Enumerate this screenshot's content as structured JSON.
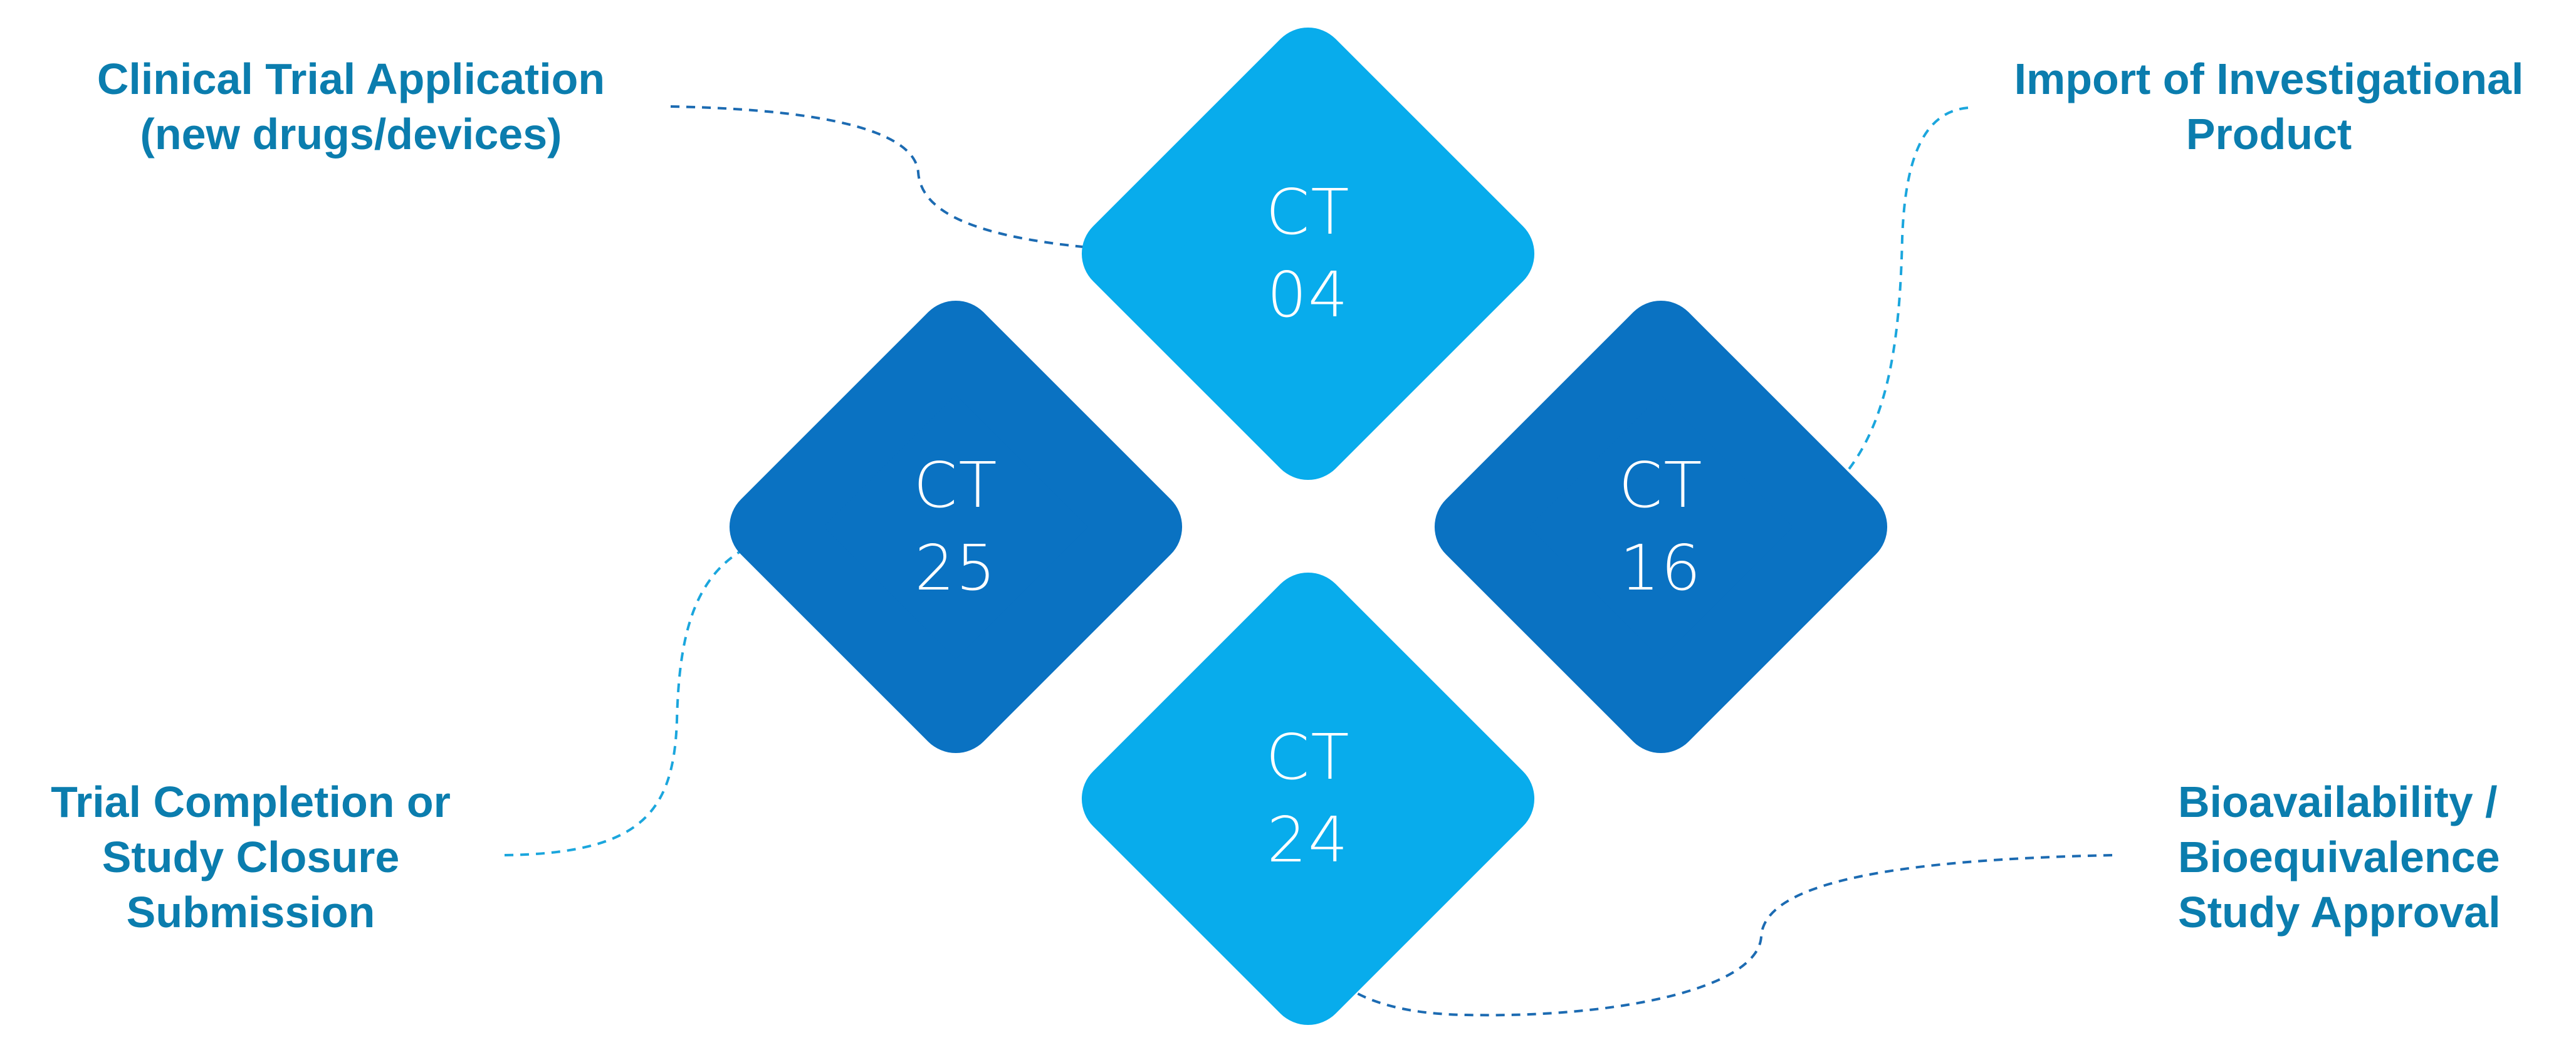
{
  "colors": {
    "tile_light": "#08acec",
    "tile_light_edge": "#0aa0dc",
    "tile_dark": "#0a72c2",
    "tile_dark_edge": "#0b64ae",
    "label_text": "#0b7dae",
    "connector_light": "#1ba6dd",
    "connector_dark": "#1c6bb2"
  },
  "tiles": [
    {
      "id": "ct04",
      "line1": "CT",
      "line2": "04",
      "shade": "light"
    },
    {
      "id": "ct25",
      "line1": "CT",
      "line2": "25",
      "shade": "dark"
    },
    {
      "id": "ct16",
      "line1": "CT",
      "line2": "16",
      "shade": "dark"
    },
    {
      "id": "ct24",
      "line1": "CT",
      "line2": "24",
      "shade": "light"
    }
  ],
  "labels": {
    "ct04": [
      "Clinical Trial Application",
      "(new drugs/devices)"
    ],
    "ct16": [
      "Import of Investigational",
      "Product"
    ],
    "ct25": [
      "Trial Completion or",
      "Study Closure",
      "Submission"
    ],
    "ct24": [
      "Bioavailability /",
      "Bioequivalence",
      "Study Approval"
    ]
  }
}
